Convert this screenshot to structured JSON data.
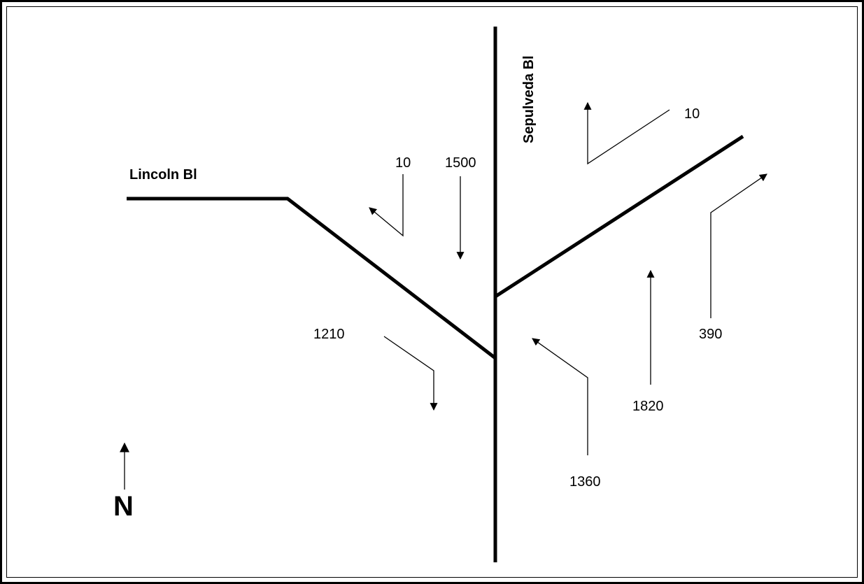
{
  "streets": {
    "lincoln": "Lincoln Bl",
    "sepulveda": "Sepulveda Bl"
  },
  "north_label": "N",
  "flows": {
    "lincoln_nb_left_volume": "10",
    "sepulveda_sb_through_volume": "1500",
    "ne_leg_inbound_turn_volume": "10",
    "lincoln_sb_right_volume": "1210",
    "sepulveda_nb_left_volume": "1360",
    "sepulveda_nb_through_volume": "1820",
    "ne_leg_right_volume": "390"
  }
}
